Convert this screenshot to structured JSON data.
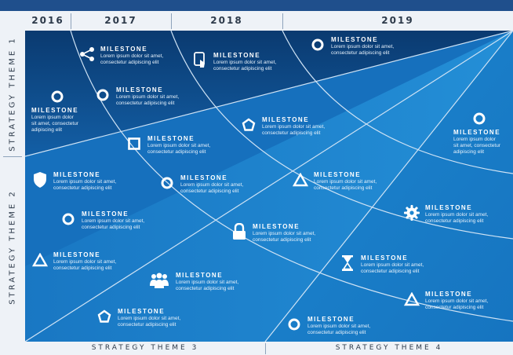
{
  "years": [
    "2016",
    "2017",
    "2018",
    "2019"
  ],
  "themes": {
    "left_top": "STRATEGY THEME 1",
    "left_bottom": "STRATEGY THEME 2",
    "bottom_left": "STRATEGY THEME 3",
    "bottom_right": "STRATEGY THEME 4"
  },
  "milestones": [
    {
      "title": "MILESTONE",
      "desc1": "Lorem ipsum dolor sit amet,",
      "desc2": "consectetur adipiscing elit",
      "icon": "share-icon"
    },
    {
      "title": "MILESTONE",
      "desc1": "Lorem ipsum dolor sit amet,",
      "desc2": "consectetur adipiscing elit",
      "icon": "tablet-touch-icon"
    },
    {
      "title": "MILESTONE",
      "desc1": "Lorem ipsum dolor sit amet,",
      "desc2": "consectetur adipiscing elit",
      "icon": "circle-icon"
    },
    {
      "title": "MILESTONE",
      "desc1": "Lorem ipsum dolor sit amet,",
      "desc2": "consectetur adipiscing elit",
      "icon": "circle-icon"
    },
    {
      "title": "MILESTONE",
      "desc1": "Lorem ipsum dolor",
      "desc2": "sit amet, consectetur",
      "desc3": "adipiscing elit",
      "icon": "circle-icon"
    },
    {
      "title": "MILESTONE",
      "desc1": "Lorem ipsum dolor sit amet,",
      "desc2": "consectetur adipiscing elit",
      "icon": "pentagon-icon"
    },
    {
      "title": "MILESTONE",
      "desc1": "Lorem ipsum dolor",
      "desc2": "sit amet, consectetur",
      "desc3": "adipiscing elit",
      "icon": "circle-icon"
    },
    {
      "title": "MILESTONE",
      "desc1": "Lorem ipsum dolor sit amet,",
      "desc2": "consectetur adipiscing elit",
      "icon": "square-icon"
    },
    {
      "title": "MILESTONE",
      "desc1": "Lorem ipsum dolor sit amet,",
      "desc2": "consectetur adipiscing elit",
      "icon": "shield-icon"
    },
    {
      "title": "MILESTONE",
      "desc1": "Lorem ipsum dolor sit amet,",
      "desc2": "consectetur adipiscing elit",
      "icon": "circle-icon"
    },
    {
      "title": "MILESTONE",
      "desc1": "Lorem ipsum dolor sit amet,",
      "desc2": "consectetur adipiscing elit",
      "icon": "triangle-icon"
    },
    {
      "title": "MILESTONE",
      "desc1": "Lorem ipsum dolor sit amet,",
      "desc2": "consectetur adipiscing elit",
      "icon": "gear-icon"
    },
    {
      "title": "MILESTONE",
      "desc1": "Lorem ipsum dolor sit amet,",
      "desc2": "consectetur adipiscing elit",
      "icon": "circle-icon"
    },
    {
      "title": "MILESTONE",
      "desc1": "Lorem ipsum dolor sit amet,",
      "desc2": "consectetur adipiscing elit",
      "icon": "lock-icon"
    },
    {
      "title": "MILESTONE",
      "desc1": "Lorem ipsum dolor sit amet,",
      "desc2": "consectetur adipiscing elit",
      "icon": "triangle-icon"
    },
    {
      "title": "MILESTONE",
      "desc1": "Lorem ipsum dolor sit amet,",
      "desc2": "consectetur adipiscing elit",
      "icon": "hourglass-icon"
    },
    {
      "title": "MILESTONE",
      "desc1": "Lorem ipsum dolor sit amet,",
      "desc2": "consectetur adipiscing elit",
      "icon": "people-icon"
    },
    {
      "title": "MILESTONE",
      "desc1": "Lorem ipsum dolor sit amet,",
      "desc2": "consectetur adipiscing elit",
      "icon": "triangle-icon"
    },
    {
      "title": "MILESTONE",
      "desc1": "Lorem ipsum dolor sit amet,",
      "desc2": "consectetur adipiscing elit",
      "icon": "pentagon-icon"
    },
    {
      "title": "MILESTONE",
      "desc1": "Lorem ipsum dolor sit amet,",
      "desc2": "consectetur adipiscing elit",
      "icon": "circle-icon"
    }
  ],
  "colors": {
    "dark_navy": "#0c3f78",
    "mid_blue": "#1872bf",
    "bright_blue": "#2aa3e6",
    "header_band": "#1f4f8c",
    "label_bg": "#eef2f7"
  }
}
